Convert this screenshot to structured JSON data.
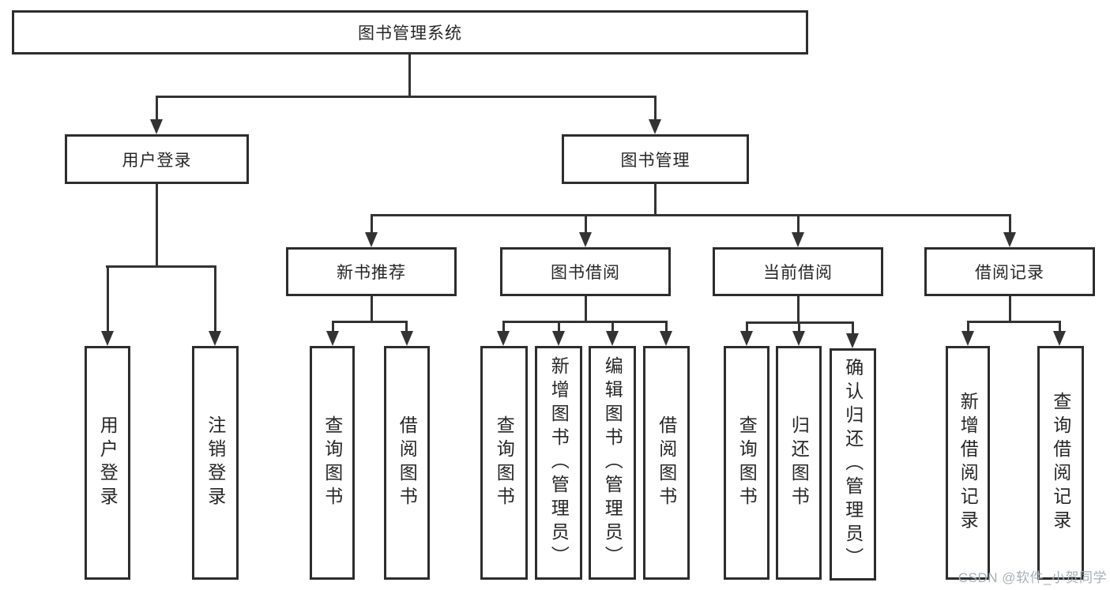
{
  "watermark": "CSDN @软件_小贺同学",
  "colors": {
    "line": "#333333",
    "box_border": "#2d2d2d",
    "text": "#262626",
    "watermark": "#a9aeb6",
    "background": "#ffffff"
  },
  "tree": {
    "root": {
      "label": "图书管理系统"
    },
    "login": {
      "label": "用户登录",
      "children": [
        {
          "label": "用户登录"
        },
        {
          "label": "注销登录"
        }
      ]
    },
    "mgmt": {
      "label": "图书管理"
    },
    "rec": {
      "label": "新书推荐",
      "children": [
        {
          "label": "查询图书"
        },
        {
          "label": "借阅图书"
        }
      ]
    },
    "borrow": {
      "label": "图书借阅",
      "children": [
        {
          "label": "查询图书"
        },
        {
          "label": "新增图书（管理员）"
        },
        {
          "label": "编辑图书（管理员）"
        },
        {
          "label": "借阅图书"
        }
      ]
    },
    "current": {
      "label": "当前借阅",
      "children": [
        {
          "label": "查询图书"
        },
        {
          "label": "归还图书"
        },
        {
          "label": "确认归还（管理员）"
        }
      ]
    },
    "record": {
      "label": "借阅记录",
      "children": [
        {
          "label": "新增借阅记录"
        },
        {
          "label": "查询借阅记录"
        }
      ]
    }
  }
}
